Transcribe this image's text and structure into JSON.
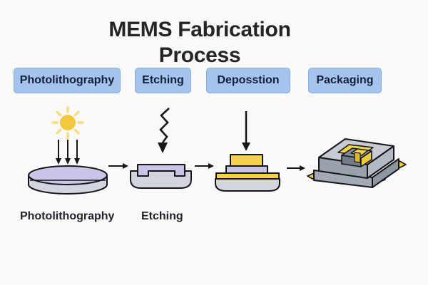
{
  "title": "MEMS Fabrication Process",
  "step_labels": [
    "Photolithography",
    "Etching",
    "Deposstion",
    "Packaging"
  ],
  "captions": [
    "Photolithography",
    "Etching"
  ],
  "icons": [
    "sun-icon",
    "uv-light-arrows-icon",
    "wafer-icon",
    "flow-arrow-icon",
    "etch-zigzag-arrow-icon",
    "etched-substrate-icon",
    "deposition-arrow-icon",
    "deposition-stack-icon",
    "chip-package-icon"
  ],
  "colors": {
    "background": "#faf9f8",
    "title_text": "#252525",
    "step_box_fill": "#a5c3ec",
    "step_box_border": "#84abdf",
    "step_box_text": "#12203c",
    "caption_text": "#1e242e",
    "outline": "#16161a",
    "lavender_layer": "#c8c5e6",
    "gray_substrate": "#d2d5dd",
    "yellow_layer": "#f5d149",
    "sun_core": "#f2c93e",
    "sun_rays": "#f5dc80",
    "lead_yellow": "#f0cf3f"
  }
}
